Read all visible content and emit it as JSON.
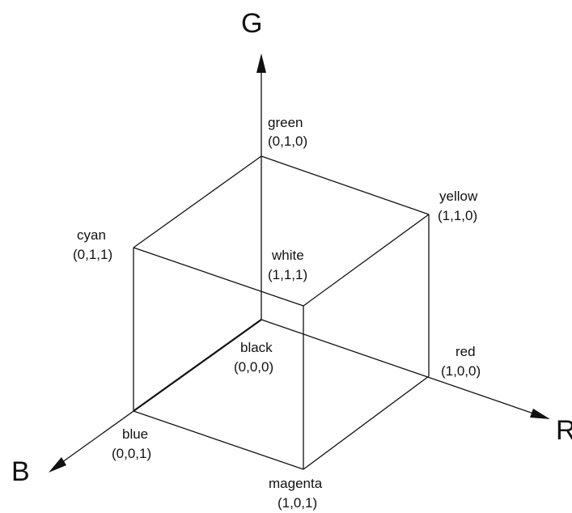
{
  "axes": {
    "r": "R",
    "g": "G",
    "b": "B"
  },
  "vertices": {
    "green": {
      "name": "green",
      "coords": "(0,1,0)"
    },
    "yellow": {
      "name": "yellow",
      "coords": "(1,1,0)"
    },
    "cyan": {
      "name": "cyan",
      "coords": "(0,1,1)"
    },
    "white": {
      "name": "white",
      "coords": "(1,1,1)"
    },
    "black": {
      "name": "black",
      "coords": "(0,0,0)"
    },
    "red": {
      "name": "red",
      "coords": "(1,0,0)"
    },
    "blue": {
      "name": "blue",
      "coords": "(0,0,1)"
    },
    "magenta": {
      "name": "magenta",
      "coords": "(1,0,1)"
    }
  },
  "colors": {
    "background": "#ffffff",
    "page_margin": "#fbfaf6",
    "line": "#111111",
    "text": "#111111"
  }
}
